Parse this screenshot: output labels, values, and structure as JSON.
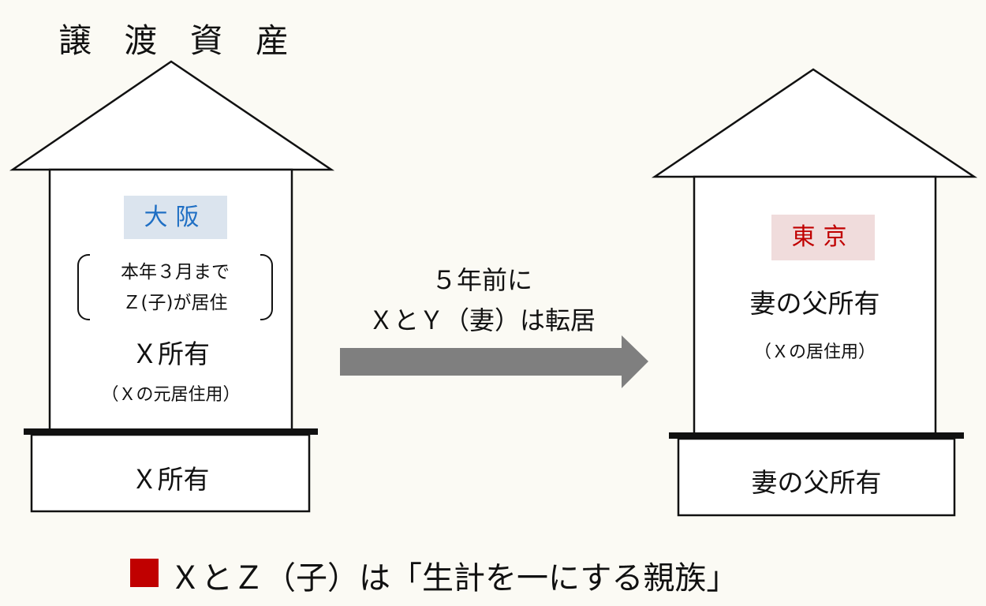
{
  "title": "譲 渡 資 産",
  "left_house": {
    "region": "大阪",
    "note_line1": "本年３月まで",
    "note_line2": "Ｚ(子)が居住",
    "building_owner": "Ｘ所有",
    "building_use": "（Ｘの元居住用）",
    "land_owner": "Ｘ所有"
  },
  "arrow": {
    "line1": "５年前に",
    "line2": "ＸとＹ（妻）は転居"
  },
  "right_house": {
    "region": "東京",
    "building_owner": "妻の父所有",
    "building_use": "（Ｘの居住用）",
    "land_owner": "妻の父所有"
  },
  "footer": "ＸとＺ（子）は「生計を一にする親族」",
  "colors": {
    "osaka": "#1f6fc4",
    "tokyo": "#c00000",
    "marker": "#c00000"
  }
}
